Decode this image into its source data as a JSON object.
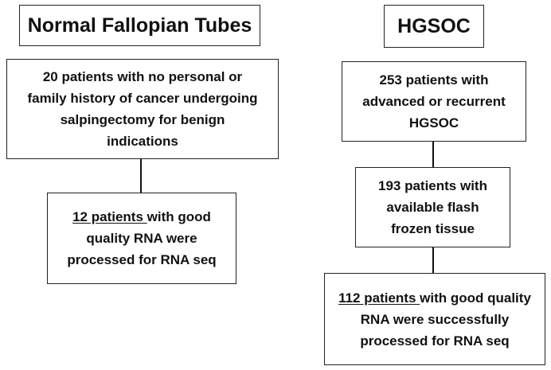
{
  "left": {
    "header": "Normal Fallopian Tubes",
    "step1": "20 patients with no personal or family history of cancer undergoing salpingectomy for benign indications",
    "step2_emph": "12 patients ",
    "step2_rest": "with good quality RNA were processed for RNA seq"
  },
  "right": {
    "header": "HGSOC",
    "step1": "253 patients with advanced or recurrent HGSOC",
    "step2": "193 patients with available flash frozen tissue",
    "step3_emph": "112 patients ",
    "step3_rest": "with good quality RNA were successfully processed for RNA seq"
  }
}
